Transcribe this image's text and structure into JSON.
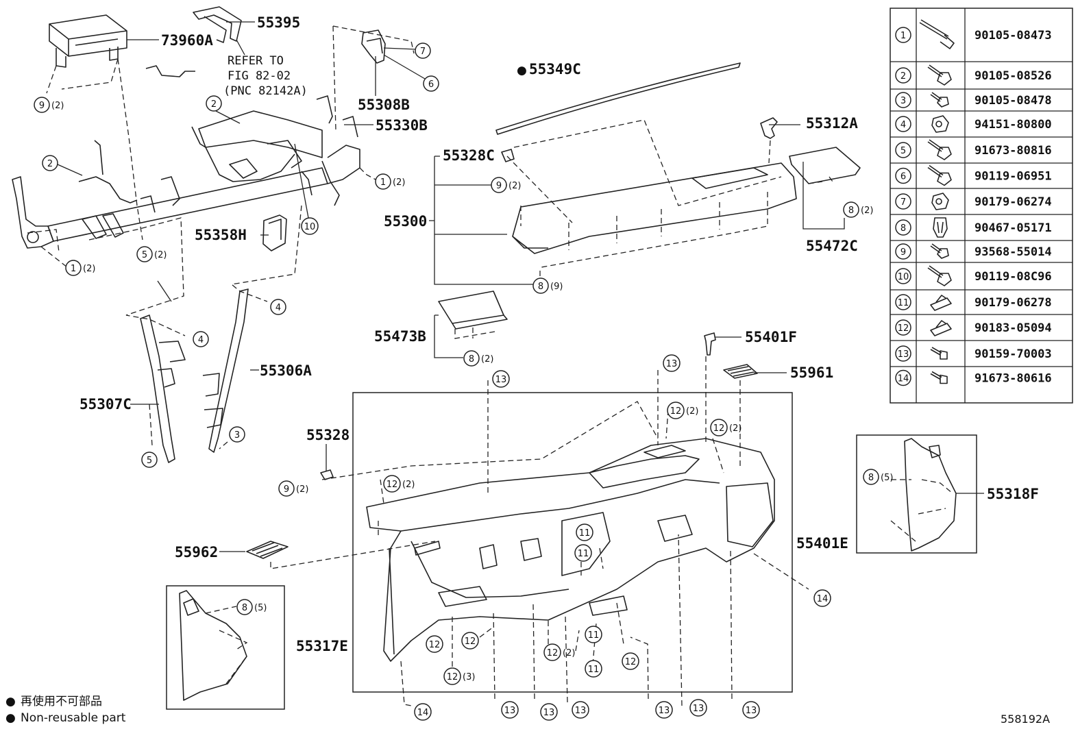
{
  "part_labels": [
    {
      "id": "73960A",
      "text": "73960A"
    },
    {
      "id": "55395",
      "text": "55395"
    },
    {
      "id": "55308B",
      "text": "55308B"
    },
    {
      "id": "55330B",
      "text": "55330B"
    },
    {
      "id": "55349C",
      "text": "55349C"
    },
    {
      "id": "55312A",
      "text": "55312A"
    },
    {
      "id": "55328C",
      "text": "55328C"
    },
    {
      "id": "55300",
      "text": "55300"
    },
    {
      "id": "55472C",
      "text": "55472C"
    },
    {
      "id": "55358H",
      "text": "55358H"
    },
    {
      "id": "55306A",
      "text": "55306A"
    },
    {
      "id": "55307C",
      "text": "55307C"
    },
    {
      "id": "55473B",
      "text": "55473B"
    },
    {
      "id": "55401F",
      "text": "55401F"
    },
    {
      "id": "55961",
      "text": "55961"
    },
    {
      "id": "55328",
      "text": "55328"
    },
    {
      "id": "55401E",
      "text": "55401E"
    },
    {
      "id": "55962",
      "text": "55962"
    },
    {
      "id": "55317E",
      "text": "55317E"
    },
    {
      "id": "55318F",
      "text": "55318F"
    }
  ],
  "refer_note": [
    "REFER TO",
    "FIG 82-02",
    "(PNC 82142A)"
  ],
  "callouts": [
    {
      "n": "9",
      "q": "(2)"
    },
    {
      "n": "7",
      "q": ""
    },
    {
      "n": "6",
      "q": ""
    },
    {
      "n": "2",
      "q": ""
    },
    {
      "n": "2",
      "q": ""
    },
    {
      "n": "1",
      "q": "(2)"
    },
    {
      "n": "10",
      "q": ""
    },
    {
      "n": "5",
      "q": "(2)"
    },
    {
      "n": "1",
      "q": "(2)"
    },
    {
      "n": "9",
      "q": "(2)"
    },
    {
      "n": "8",
      "q": "(2)"
    },
    {
      "n": "8",
      "q": "(9)"
    },
    {
      "n": "4",
      "q": ""
    },
    {
      "n": "4",
      "q": ""
    },
    {
      "n": "3",
      "q": ""
    },
    {
      "n": "5",
      "q": ""
    },
    {
      "n": "8",
      "q": "(2)"
    },
    {
      "n": "13",
      "q": ""
    },
    {
      "n": "13",
      "q": ""
    },
    {
      "n": "12",
      "q": "(2)"
    },
    {
      "n": "12",
      "q": "(2)"
    },
    {
      "n": "9",
      "q": "(2)"
    },
    {
      "n": "12",
      "q": "(2)"
    },
    {
      "n": "11",
      "q": ""
    },
    {
      "n": "11",
      "q": ""
    },
    {
      "n": "8",
      "q": "(5)"
    },
    {
      "n": "8",
      "q": "(5)"
    },
    {
      "n": "14",
      "q": ""
    },
    {
      "n": "12",
      "q": ""
    },
    {
      "n": "12",
      "q": ""
    },
    {
      "n": "11",
      "q": ""
    },
    {
      "n": "12",
      "q": "(2)"
    },
    {
      "n": "12",
      "q": ""
    },
    {
      "n": "11",
      "q": ""
    },
    {
      "n": "12",
      "q": "(3)"
    },
    {
      "n": "14",
      "q": ""
    },
    {
      "n": "13",
      "q": ""
    },
    {
      "n": "13",
      "q": ""
    },
    {
      "n": "13",
      "q": ""
    },
    {
      "n": "13",
      "q": ""
    },
    {
      "n": "13",
      "q": ""
    },
    {
      "n": "13",
      "q": ""
    }
  ],
  "fastener_table": [
    {
      "n": "1",
      "code": "90105-08473",
      "icon": "long-bolt-icon"
    },
    {
      "n": "2",
      "code": "90105-08526",
      "icon": "flange-bolt-icon"
    },
    {
      "n": "3",
      "code": "90105-08478",
      "icon": "bolt-icon"
    },
    {
      "n": "4",
      "code": "94151-80800",
      "icon": "nut-icon"
    },
    {
      "n": "5",
      "code": "91673-80816",
      "icon": "flange-bolt-icon"
    },
    {
      "n": "6",
      "code": "90119-06951",
      "icon": "flange-bolt-icon"
    },
    {
      "n": "7",
      "code": "90179-06274",
      "icon": "nut-icon"
    },
    {
      "n": "8",
      "code": "90467-05171",
      "icon": "clip-icon"
    },
    {
      "n": "9",
      "code": "93568-55014",
      "icon": "bolt-icon"
    },
    {
      "n": "10",
      "code": "90119-08C96",
      "icon": "flange-bolt-icon"
    },
    {
      "n": "11",
      "code": "90179-06278",
      "icon": "clip-nut-icon"
    },
    {
      "n": "12",
      "code": "90183-05094",
      "icon": "clip-nut-icon"
    },
    {
      "n": "13",
      "code": "90159-70003",
      "icon": "screw-icon"
    },
    {
      "n": "14",
      "code": "91673-80616",
      "icon": "screw-icon"
    }
  ],
  "legend": {
    "bullet": "●",
    "line_cn": "再使用不可部品",
    "line_en": "Non-reusable part"
  },
  "figure_code": "558192A"
}
